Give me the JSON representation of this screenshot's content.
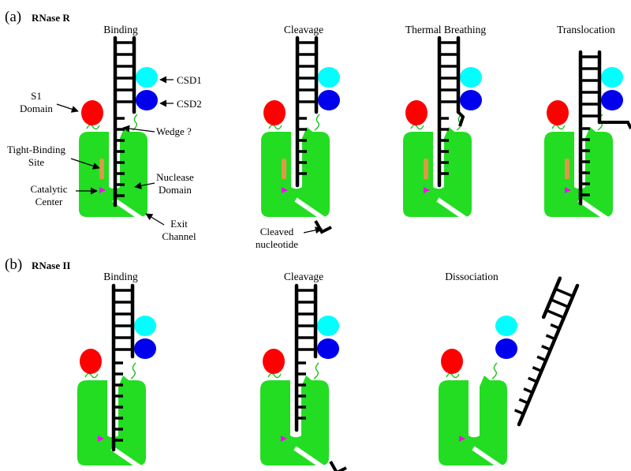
{
  "colors": {
    "body": "#22dd22",
    "s1": "#ff0000",
    "csd1": "#00ffff",
    "csd2": "#0000ee",
    "rna": "#000000",
    "catalytic": "#ff00ff",
    "tight_binding": "#dd9944",
    "linker": "#11bb11"
  },
  "panel_a": {
    "letter": "(a)",
    "title": "RNase R",
    "stages": [
      "Binding",
      "Cleavage",
      "Thermal Breathing",
      "Translocation"
    ]
  },
  "panel_b": {
    "letter": "(b)",
    "title": "RNase II",
    "stages": [
      "Binding",
      "Cleavage",
      "Dissociation"
    ]
  },
  "labels": {
    "csd1": "CSD1",
    "csd2": "CSD2",
    "s1_line1": "S1",
    "s1_line2": "Domain",
    "wedge": "Wedge ?",
    "tight_line1": "Tight-Binding",
    "tight_line2": "Site",
    "nuclease_line1": "Nuclease",
    "nuclease_line2": "Domain",
    "catalytic_line1": "Catalytic",
    "catalytic_line2": "Center",
    "exit_line1": "Exit",
    "exit_line2": "Channel",
    "cleaved_line1": "Cleaved",
    "cleaved_line2": "nucleotide"
  }
}
